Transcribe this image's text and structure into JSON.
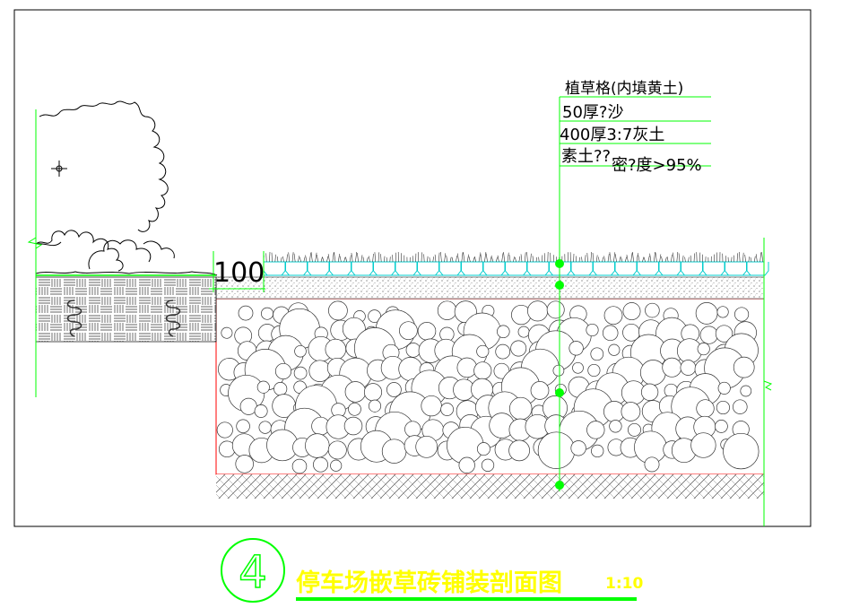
{
  "drawing": {
    "background": "#ffffff",
    "line_color": "#000000",
    "leader_color": "#00ff00",
    "tile_color": "#00cccc",
    "boundary_color": "#ff0000",
    "title_color": "#ffff00"
  },
  "annotations": [
    "植草格(内填黄土)",
    "50厚?沙",
    "400厚3:7灰土",
    "素土??",
    "密?度>95%"
  ],
  "dimension": "100",
  "title": {
    "number": "4",
    "text": "停车场嵌草砖铺装剖面图",
    "scale": "1:10"
  }
}
